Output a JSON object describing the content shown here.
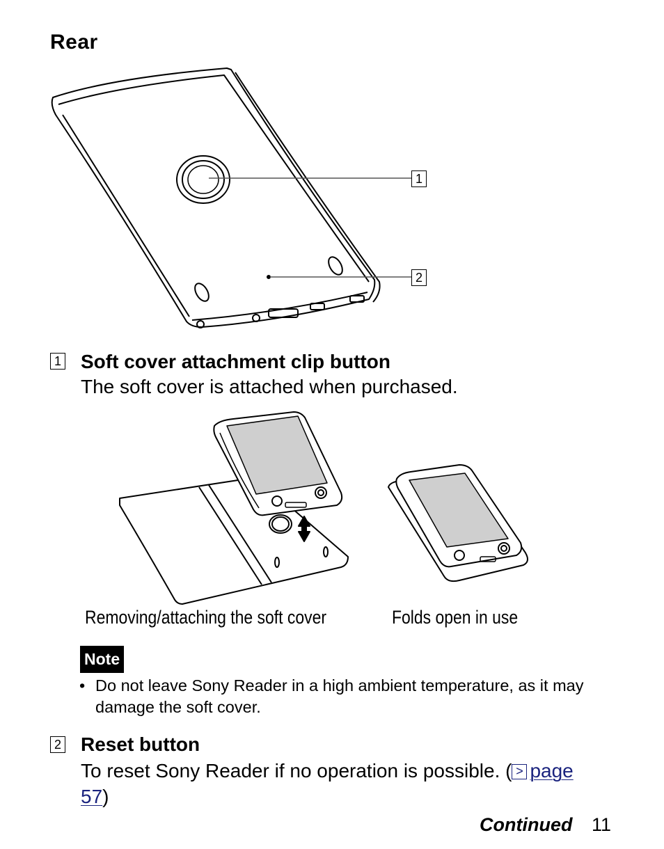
{
  "section_title": "Rear",
  "callouts": [
    "1",
    "2"
  ],
  "items": [
    {
      "number": "1",
      "heading": "Soft cover attachment clip button",
      "body": "The soft cover is attached when purchased."
    },
    {
      "number": "2",
      "heading": "Reset button",
      "body_prefix": "To reset Sony Reader if no operation is possible. (",
      "link_icon": ">",
      "link_text_1": "page",
      "link_text_2": "57",
      "body_suffix": ")"
    }
  ],
  "captions": {
    "left": "Removing/attaching the soft cover",
    "right": "Folds open in use"
  },
  "note": {
    "label": "Note",
    "bullet": "•",
    "text": "Do not leave Sony Reader in a high ambient temperature, as it may damage the soft cover."
  },
  "footer": {
    "continued": "Continued",
    "page_number": "11"
  }
}
